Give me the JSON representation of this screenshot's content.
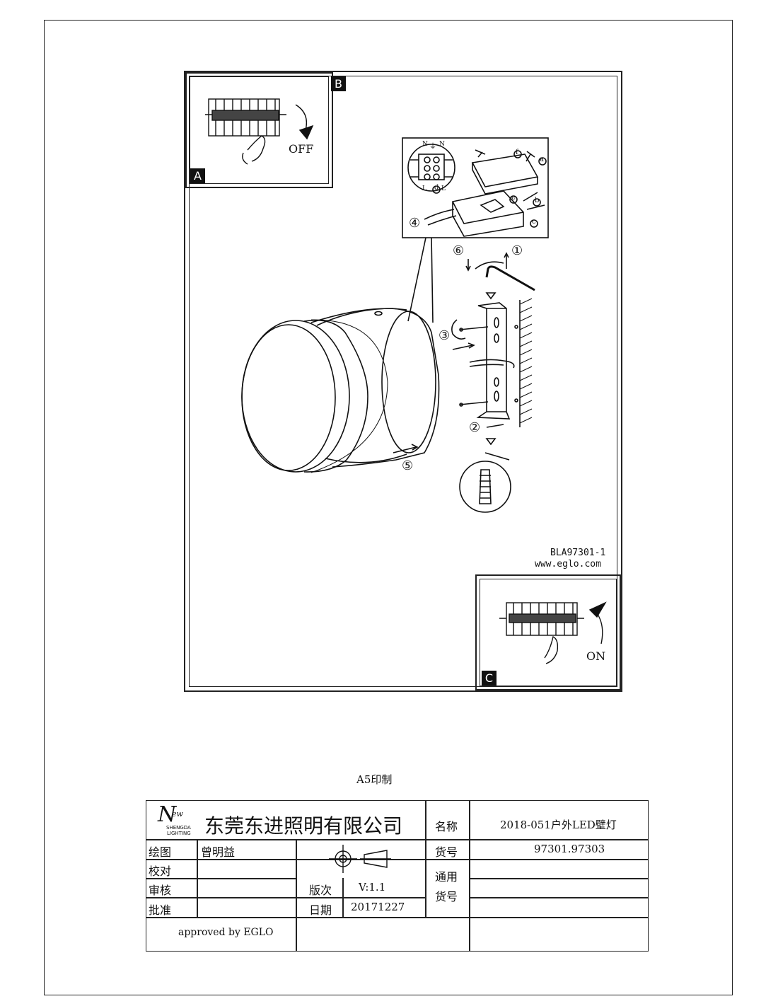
{
  "drawing": {
    "inset_a": {
      "tag": "A",
      "label": "OFF"
    },
    "inset_b": {
      "tag": "B"
    },
    "inset_c": {
      "tag": "C",
      "label": "ON"
    },
    "steps": [
      "①",
      "②",
      "③",
      "④",
      "⑤",
      "⑥"
    ],
    "junction_letters": [
      "a",
      "b",
      "c",
      "d",
      "e",
      "f"
    ],
    "terminal_labels": [
      "N",
      "⏚",
      "N",
      "L",
      "d",
      "L"
    ],
    "code": "BLA97301-1",
    "website": "www.eglo.com"
  },
  "print_note": "A5印制",
  "title_block": {
    "logo_main": "ew",
    "logo_letter": "N",
    "logo_sub1": "SHENGDA",
    "logo_sub2": "LIGHTING",
    "company": "东莞东进照明有限公司",
    "name_label": "名称",
    "name_value": "2018-051户外LED壁灯",
    "draw_label": "绘图",
    "draw_value": "曾明益",
    "check_label": "校对",
    "audit_label": "审核",
    "approve_label": "批准",
    "item_label": "货号",
    "item_value": "97301.97303",
    "general_label": "通用",
    "general_item_label": "货号",
    "version_label": "版次",
    "version_value": "V:1.1",
    "date_label": "日期",
    "date_value": "20171227",
    "approved": "approved by EGLO"
  }
}
